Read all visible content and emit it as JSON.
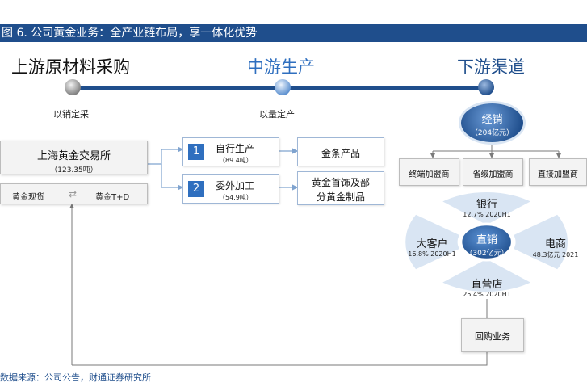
{
  "title": "图 6. 公司黄金业务：全产业链布局，享一体化优势",
  "stages": {
    "upstream": {
      "label": "上游原材料采购",
      "sub": "以销定采"
    },
    "midstream": {
      "label": "中游生产",
      "sub": "以量定产"
    },
    "downstream": {
      "label": "下游渠道"
    }
  },
  "exchange": {
    "name": "上海黄金交易所",
    "amount": "（123.35吨）",
    "spot": "黄金现货",
    "td": "黄金T+D"
  },
  "production": [
    {
      "num": "1",
      "label": "自行生产",
      "amount": "（89.4吨）",
      "product": "金条产品"
    },
    {
      "num": "2",
      "label": "委外加工",
      "amount": "（54.9吨）",
      "product_line1": "黄金首饰及部",
      "product_line2": "分黄金制品"
    }
  ],
  "distribution": {
    "label": "经销",
    "amount": "（204亿元）",
    "channels": [
      "终端加盟商",
      "省级加盟商",
      "直接加盟商"
    ]
  },
  "direct": {
    "label": "直销",
    "amount": "（302亿元）",
    "segments": {
      "bank": {
        "label": "银行",
        "value": "12.7% 2020H1"
      },
      "ecommerce": {
        "label": "电商",
        "value": "48.3亿元 2021"
      },
      "store": {
        "label": "直营店",
        "value": "25.4% 2020H1"
      },
      "major": {
        "label": "大客户",
        "value": "16.8% 2020H1"
      }
    }
  },
  "buyback": "回购业务",
  "source": "数据来源：公司公告，财通证券研究所",
  "colors": {
    "brand": "#1f4e8c",
    "accent": "#2f6fbf",
    "ring": "#d9e5f3"
  }
}
